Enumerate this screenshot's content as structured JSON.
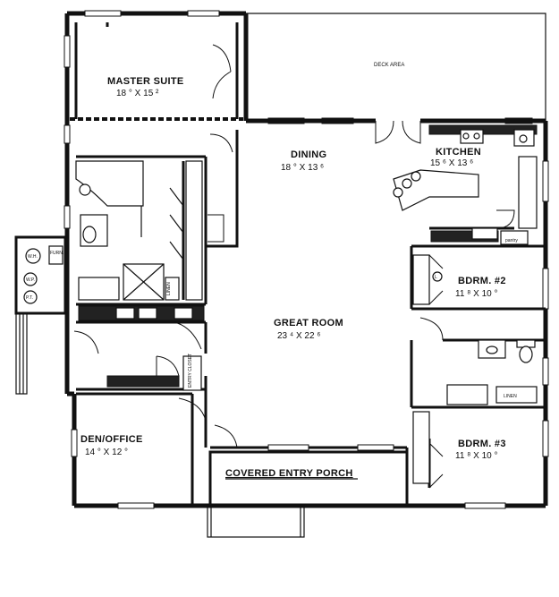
{
  "rooms": {
    "master": {
      "name": "MASTER SUITE",
      "dims": "18 ° X 15 ²"
    },
    "deck": {
      "name": "DECK AREA"
    },
    "dining": {
      "name": "DINING",
      "dims": "18 ° X 13 ⁶"
    },
    "kitchen": {
      "name": "KITCHEN",
      "dims": "15 ⁶ X 13 ⁶"
    },
    "great": {
      "name": "GREAT ROOM",
      "dims": "23 ⁴ X 22 ⁶"
    },
    "bdrm2": {
      "name": "BDRM. #2",
      "dims": "11 ⁸ X 10 °"
    },
    "bdrm3": {
      "name": "BDRM. #3",
      "dims": "11 ⁸ X 10 °"
    },
    "den": {
      "name": "DEN/OFFICE",
      "dims": "14 ° X 12 °"
    },
    "porch": {
      "name": "COVERED ENTRY PORCH"
    }
  },
  "fixtures": {
    "pantry": "pantry",
    "linen_upper": "LINEN",
    "linen_lower": "LINEN",
    "entry_closet": "ENTRY CLOSET",
    "wh": "W.H.",
    "furn": "FURN.",
    "wp": "W.P.",
    "pt": "P.T.",
    "l": "L"
  }
}
